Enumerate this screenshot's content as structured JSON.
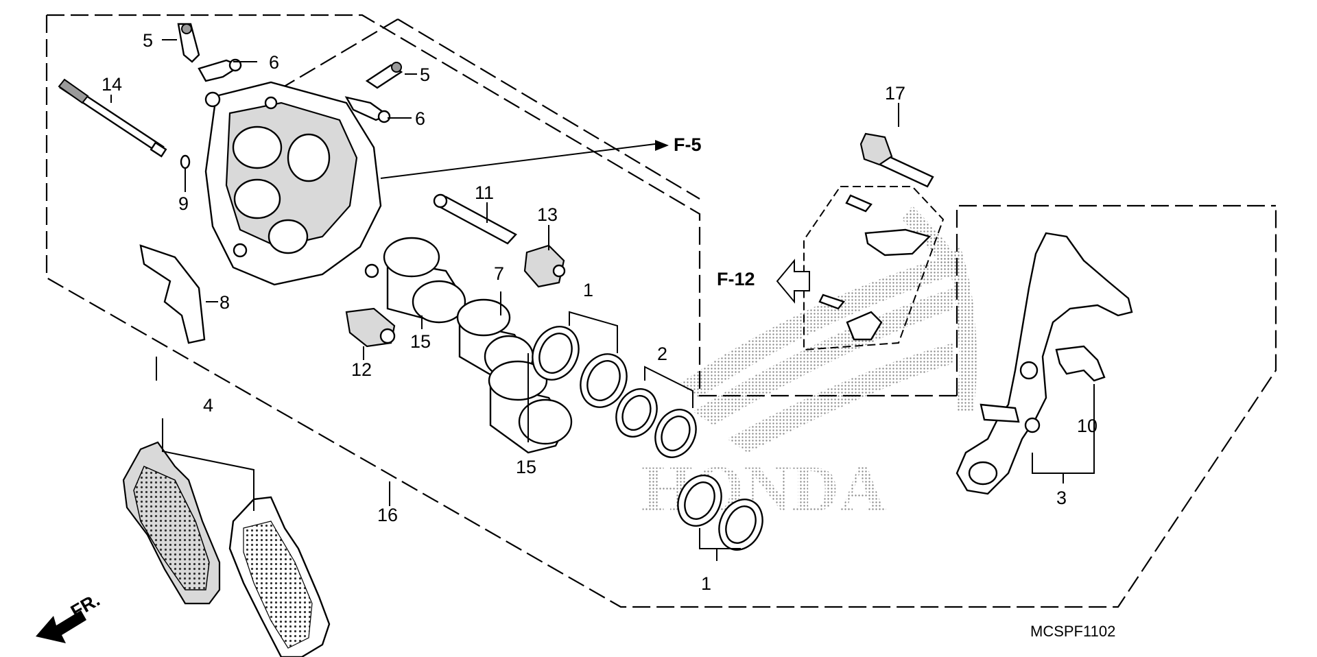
{
  "labels": {
    "p1_top": "1",
    "p1_bottom": "1",
    "p2": "2",
    "p3": "3",
    "p4": "4",
    "p5_left": "5",
    "p5_right": "5",
    "p6_left": "6",
    "p6_right": "6",
    "p7": "7",
    "p8": "8",
    "p9": "9",
    "p10": "10",
    "p11": "11",
    "p12": "12",
    "p13": "13",
    "p14": "14",
    "p15_upper": "15",
    "p15_lower": "15",
    "p16": "16",
    "p17": "17"
  },
  "references": {
    "f5": "F-5",
    "f12": "F-12",
    "front": "FR."
  },
  "diagram_code": "MCSPF1102",
  "watermark": "HONDA",
  "colors": {
    "line": "#000000",
    "background": "#ffffff",
    "part_fill": "#d9d9d9",
    "watermark_dots": "#8a8a8a"
  }
}
